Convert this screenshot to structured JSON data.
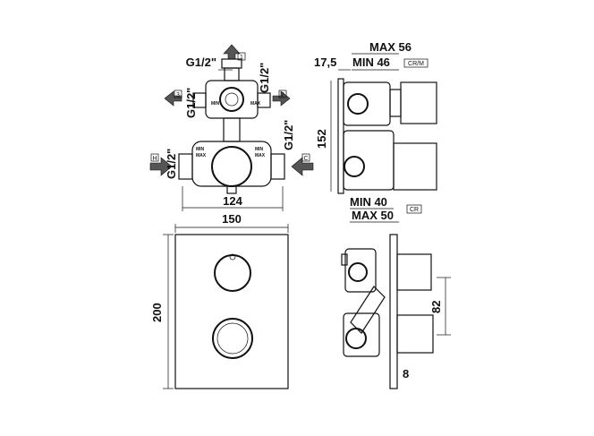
{
  "labels": {
    "g12_top": "G1/2\"",
    "g12_right_upper": "G1/2\"",
    "g12_left_mid": "G1/2\"",
    "g12_left_lower": "G1/2\"",
    "g12_right_lower": "G1/2\"",
    "port_1": "1",
    "port_2": "2",
    "port_3": "3",
    "port_h": "H",
    "port_c": "C",
    "dim_124": "124",
    "dim_150": "150",
    "dim_200": "200",
    "dim_max56": "MAX 56",
    "dim_min46": "MIN 46",
    "dim_17_5": "17,5",
    "dim_152": "152",
    "dim_min40": "MIN 40",
    "dim_max50": "MAX 50",
    "dim_82": "82",
    "dim_8": "8",
    "tag_crm": "CR/M",
    "tag_cr": "CR",
    "marks": [
      "MIN",
      "MAX",
      "MIN",
      "MAX",
      "MIN",
      "MAX"
    ]
  }
}
